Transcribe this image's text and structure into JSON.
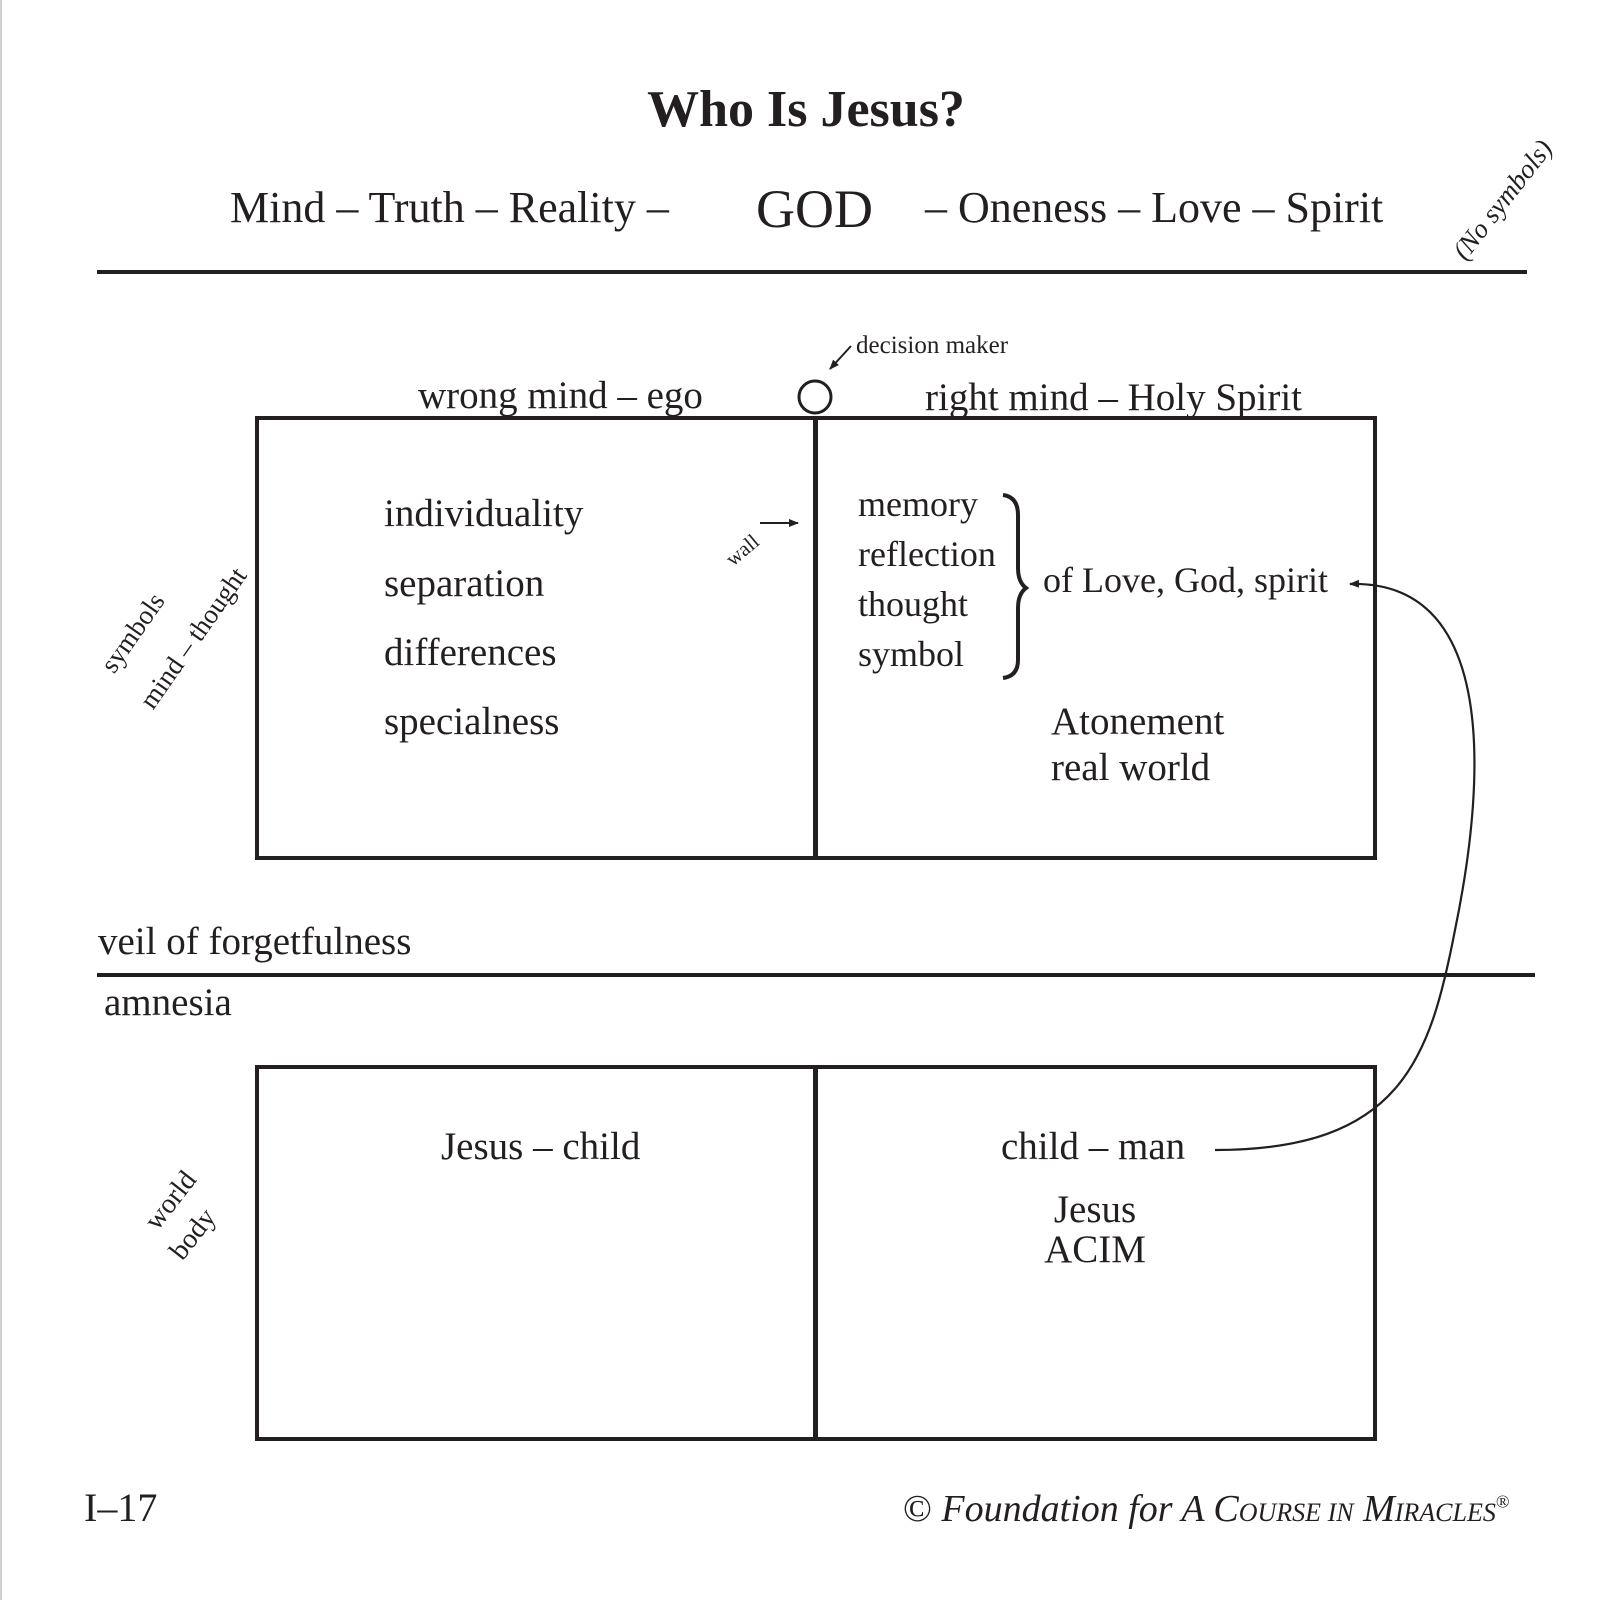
{
  "page": {
    "title": "Who Is Jesus?",
    "heaven_left": "Mind – Truth – Reality –",
    "heaven_center": "GOD",
    "heaven_right": "– Oneness – Love – Spirit",
    "heaven_note": "(No symbols)"
  },
  "upper": {
    "side_labels": [
      "symbols",
      "mind – thought"
    ],
    "decision_maker": "decision maker",
    "wrong_mind_label": "wrong mind – ego",
    "right_mind_label": "right mind – Holy Spirit",
    "wall_label": "wall",
    "wrong_items": [
      "individuality",
      "separation",
      "differences",
      "specialness"
    ],
    "right_items": [
      "memory",
      "reflection",
      "thought",
      "symbol"
    ],
    "brace_target": "of Love, God, spirit",
    "right_bottom": [
      "Atonement",
      "real world"
    ]
  },
  "veil": {
    "above": "veil of forgetfulness",
    "below": "amnesia"
  },
  "lower": {
    "side_labels": [
      "world",
      "body"
    ],
    "left_text": "Jesus – child",
    "right_text": "child – man",
    "right_sub": [
      "Jesus",
      "ACIM"
    ]
  },
  "footer": {
    "page_number": "I–17",
    "copyright_symbol": "©",
    "copyright_prefix": "Foundation for A",
    "course_c": "C",
    "course_rest": "ourse in",
    "miracles_m": "M",
    "miracles_rest": "iracles",
    "registered": "®"
  }
}
